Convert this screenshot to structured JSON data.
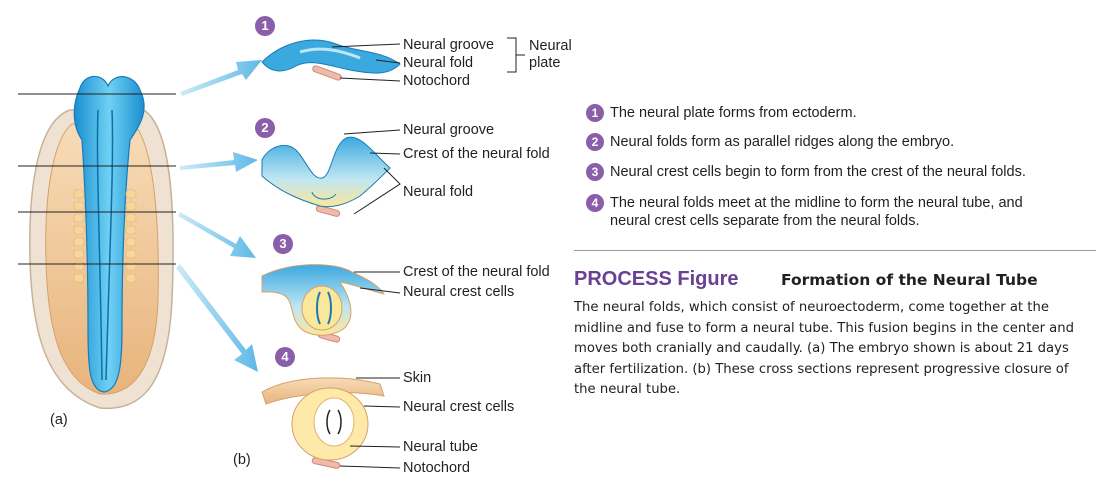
{
  "panel_a": {
    "label": "(a)"
  },
  "panel_b": {
    "label": "(b)"
  },
  "diagram_labels": {
    "step1": {
      "number": "1",
      "neural_groove": "Neural groove",
      "neural_fold": "Neural fold",
      "notochord": "Notochord",
      "neural_plate": "Neural\nplate"
    },
    "step2": {
      "number": "2",
      "neural_groove": "Neural groove",
      "crest": "Crest of the neural fold",
      "neural_fold": "Neural fold"
    },
    "step3": {
      "number": "3",
      "crest": "Crest of the neural fold",
      "neural_crest_cells": "Neural crest cells"
    },
    "step4": {
      "number": "4",
      "skin": "Skin",
      "neural_crest_cells": "Neural crest cells",
      "neural_tube": "Neural tube",
      "notochord": "Notochord"
    }
  },
  "steps": [
    {
      "number": "1",
      "text": "The neural plate forms from ectoderm."
    },
    {
      "number": "2",
      "text": "Neural folds form as parallel ridges along the embryo."
    },
    {
      "number": "3",
      "text": "Neural crest cells begin to form from the crest of the neural folds."
    },
    {
      "number": "4",
      "text": "The neural folds meet at the midline to form the neural tube, and\nneural crest cells separate from the neural folds."
    }
  ],
  "caption": {
    "title": "PROCESS Figure",
    "subtitle": "Formation of the Neural Tube",
    "body": "The neural folds, which consist of neuroectoderm, come together at the midline and fuse to form a neural tube. This fusion begins in the center and moves both cranially and caudally. (a) The embryo shown is about 21 days after fertilization. (b) These cross sections represent progressive closure of the neural tube."
  },
  "colors": {
    "accent": "#8a5ea8",
    "title": "#6b3f93",
    "neural_blue": "#2aa0d8",
    "tissue_tan": "#f2c99a",
    "yellow": "#fbe79a",
    "arrow": "#9cd4ef"
  }
}
